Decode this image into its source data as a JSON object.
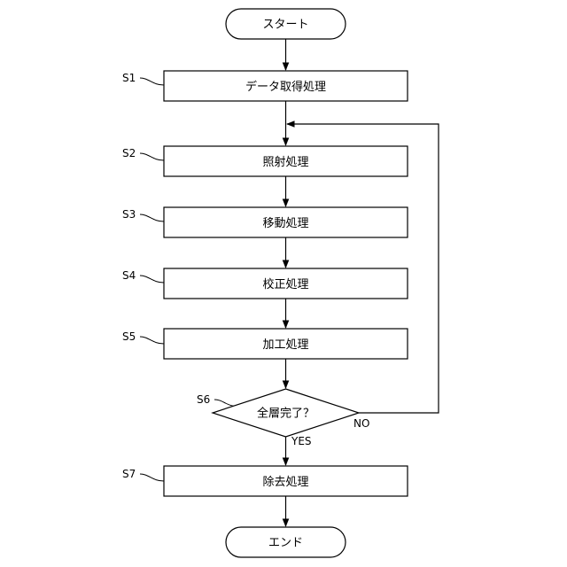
{
  "flowchart": {
    "start": "スタート",
    "end": "エンド",
    "steps": [
      {
        "id": "S1",
        "text": "データ取得処理"
      },
      {
        "id": "S2",
        "text": "照射処理"
      },
      {
        "id": "S3",
        "text": "移動処理"
      },
      {
        "id": "S4",
        "text": "校正処理"
      },
      {
        "id": "S5",
        "text": "加工処理"
      },
      {
        "id": "S6",
        "text": "全層完了？"
      },
      {
        "id": "S7",
        "text": "除去処理"
      }
    ],
    "branch_yes": "YES",
    "branch_no": "NO"
  }
}
